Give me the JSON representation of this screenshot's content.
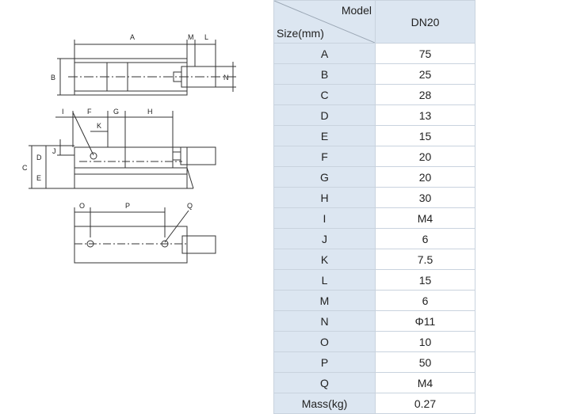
{
  "drawing": {
    "top_view": {
      "A": "A",
      "M": "M",
      "L": "L",
      "B": "B",
      "N": "N"
    },
    "side_view": {
      "I": "I",
      "F": "F",
      "G": "G",
      "H": "H",
      "K": "K",
      "J": "J",
      "D": "D",
      "C": "C",
      "E": "E"
    },
    "bottom_view": {
      "O": "O",
      "P": "P",
      "Q": "Q"
    }
  },
  "table": {
    "header": {
      "model_label": "Model",
      "size_label": "Size(mm)",
      "model": "DN20"
    },
    "rows": [
      {
        "label": "A",
        "value": "75"
      },
      {
        "label": "B",
        "value": "25"
      },
      {
        "label": "C",
        "value": "28"
      },
      {
        "label": "D",
        "value": "13"
      },
      {
        "label": "E",
        "value": "15"
      },
      {
        "label": "F",
        "value": "20"
      },
      {
        "label": "G",
        "value": "20"
      },
      {
        "label": "H",
        "value": "30"
      },
      {
        "label": "I",
        "value": "M4"
      },
      {
        "label": "J",
        "value": "6"
      },
      {
        "label": "K",
        "value": "7.5"
      },
      {
        "label": "L",
        "value": "15"
      },
      {
        "label": "M",
        "value": "6"
      },
      {
        "label": "N",
        "value": "Φ11"
      },
      {
        "label": "O",
        "value": "10"
      },
      {
        "label": "P",
        "value": "50"
      },
      {
        "label": "Q",
        "value": "M4"
      },
      {
        "label": "Mass(kg)",
        "value": "0.27"
      }
    ]
  }
}
